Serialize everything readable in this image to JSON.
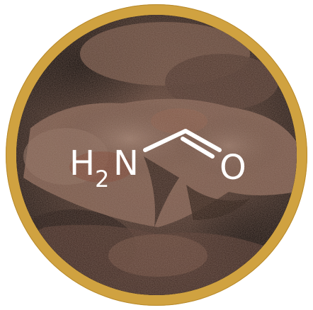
{
  "molecule": {
    "amine_group": {
      "element": "H",
      "subscript": "2",
      "atom": "N"
    },
    "oxygen": "O"
  },
  "colors": {
    "ring": "#d0a240",
    "rock_dark": "#1e1512",
    "rock_mid": "#5a3f33",
    "rock_light": "#8a6b5c",
    "text": "#ffffff"
  }
}
